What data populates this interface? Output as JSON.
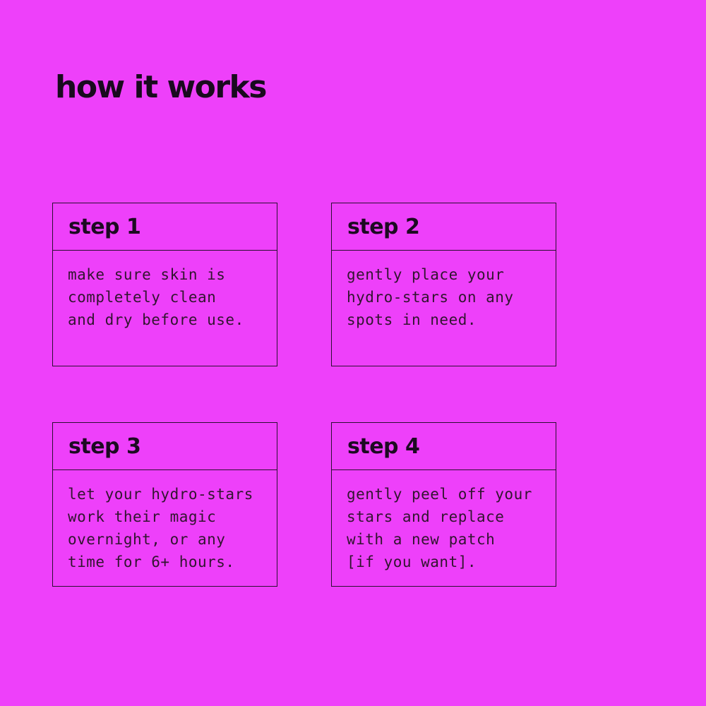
{
  "page": {
    "title": "how it works",
    "background_color": "#ee40fa",
    "border_color": "#2a0f31",
    "heading_color": "#190a1e",
    "body_text_color": "#31152f"
  },
  "steps": [
    {
      "label": "step 1",
      "body": "make sure skin is\ncompletely clean\nand dry before use."
    },
    {
      "label": "step 2",
      "body": "gently place your\nhydro-stars on any\nspots in need."
    },
    {
      "label": "step 3",
      "body": "let your hydro-stars\nwork their magic\novernight, or any\ntime for 6+ hours."
    },
    {
      "label": "step 4",
      "body": "gently peel off your\nstars and replace\nwith a new patch\n[if you want]."
    }
  ]
}
